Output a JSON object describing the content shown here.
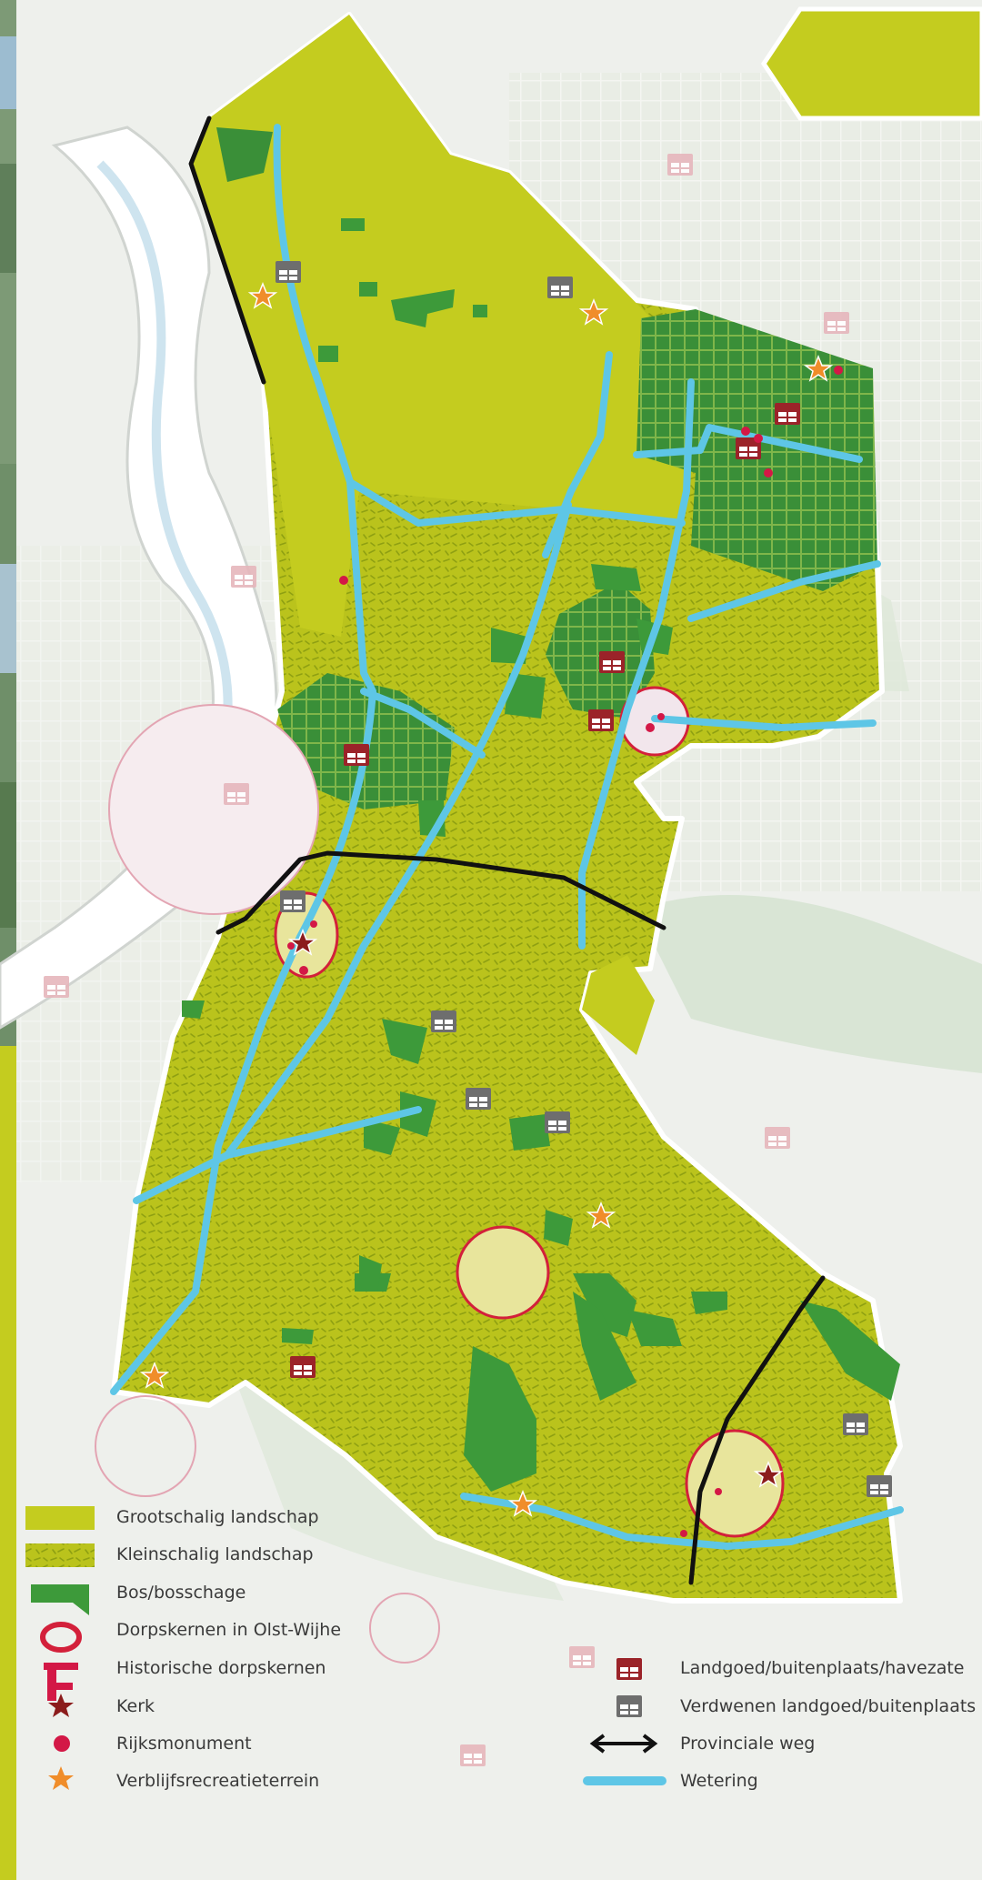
{
  "colors": {
    "grootschalig": "#c4cc1f",
    "kleinschalig": "#b9c21c",
    "bos": "#3d9a3a",
    "water": "#5ec6e6",
    "road": "#111111",
    "dorpskern": "#d3203a",
    "kerk": "#8b1c1c",
    "rijksmonument": "#d31846",
    "recreatie": "#f08d2a",
    "landgoed": "#9b2329",
    "verdwenen": "#6e6e6e",
    "background": "#eef0ec"
  },
  "legend": {
    "left": [
      {
        "label": "Grootschalig landschap",
        "symbol": "grootschalig-swatch"
      },
      {
        "label": "Kleinschalig landschap",
        "symbol": "kleinschalig-swatch"
      },
      {
        "label": "Bos/bosschage",
        "symbol": "bos-swatch"
      },
      {
        "label": "Dorpskernen in Olst-Wijhe",
        "symbol": "dorpskern-ring"
      },
      {
        "label": "Historische dorpskernen",
        "symbol": "historische-kern"
      },
      {
        "label": "Kerk",
        "symbol": "kerk-star"
      },
      {
        "label": "Rijksmonument",
        "symbol": "rijksmonument-dot"
      },
      {
        "label": "Verblijfsrecreatieterrein",
        "symbol": "recreatie-star"
      }
    ],
    "right": [
      {
        "label": "Landgoed/buitenplaats/havezate",
        "symbol": "landgoed-icon"
      },
      {
        "label": "Verdwenen landgoed/buitenplaats",
        "symbol": "verdwenen-landgoed-icon"
      },
      {
        "label": "Provinciale weg",
        "symbol": "provinciale-weg-arrow"
      },
      {
        "label": "Wetering",
        "symbol": "wetering-line"
      }
    ]
  }
}
